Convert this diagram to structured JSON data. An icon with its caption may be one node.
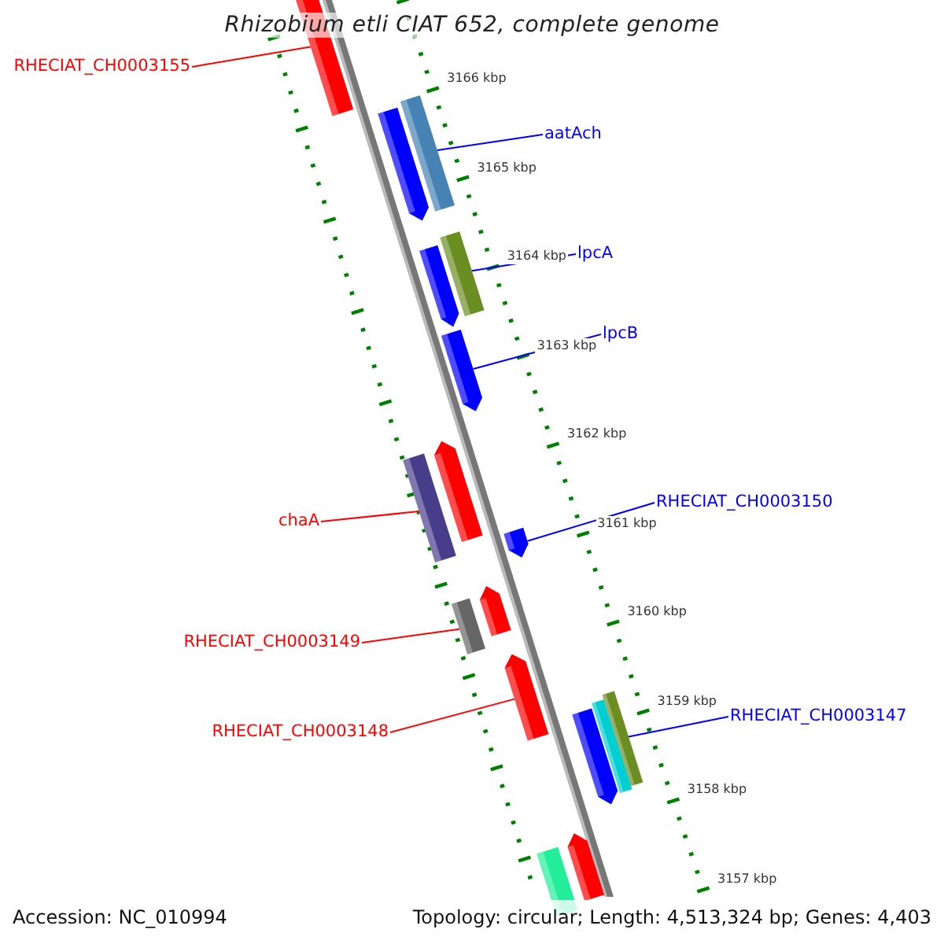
{
  "diagram": {
    "title": "Rhizobium etli CIAT 652, complete genome",
    "nodes": [
      {
        "text": [
          "RHECIAT_CH0003155"
        ]
      },
      {
        "text": [
          "aatAch"
        ]
      },
      {
        "text": [
          "lpcA"
        ]
      },
      {
        "text": [
          "lpcB"
        ]
      },
      {
        "text": [
          "RHECIAT_CH0003150"
        ]
      },
      {
        "text": [
          "chaA"
        ]
      },
      {
        "text": [
          "RHECIAT_CH0003149"
        ]
      },
      {
        "text": [
          "RHECIAT_CH0003148"
        ]
      },
      {
        "text": [
          "RHECIAT_CH0003147"
        ]
      },
      {
        "text": [],
        "shape": "bar"
      },
      {
        "text": [],
        "shape": "bar"
      },
      {
        "text": [],
        "shape": "bar"
      },
      {
        "text": [],
        "shape": "bar"
      },
      {
        "text": [],
        "shape": "bar"
      },
      {
        "text": [],
        "shape": "bar"
      },
      {
        "text": [],
        "shape": "bar"
      },
      {
        "text": [],
        "shape": "bar"
      },
      {
        "text": [],
        "shape": "bar"
      },
      {
        "text": [],
        "shape": "bar"
      },
      {
        "text": [],
        "shape": "bar"
      },
      {
        "text": [],
        "shape": "bar"
      },
      {
        "text": [],
        "shape": "bar"
      },
      {
        "text": [],
        "shape": "bar"
      },
      {
        "text": [],
        "shape": "bar"
      },
      {
        "text": [],
        "shape": "bar"
      },
      {
        "text": [],
        "shape": "bar"
      }
    ],
    "edges": [
      {
        "from": 0,
        "to": 9,
        "arrow": "none",
        "color": "#ff0000"
      },
      {
        "from": 1,
        "to": 10,
        "arrow": "none"
      },
      {
        "from": 2,
        "to": 11,
        "arrow": "none"
      },
      {
        "from": 3,
        "to": 12,
        "arrow": "none"
      },
      {
        "from": 4,
        "to": 14,
        "arrow": "none"
      },
      {
        "from": 5,
        "to": 13,
        "arrow": "none",
        "color": "#ff0000"
      },
      {
        "from": 6,
        "to": 15,
        "arrow": "none",
        "color": "#ff0000"
      },
      {
        "from": 7,
        "to": 16,
        "arrow": "none",
        "color": "#ff0000"
      },
      {
        "from": 8,
        "to": 17,
        "arrow": "none"
      }
    ],
    "labels": [
      "3166 kbp",
      "3165 kbp",
      "3164 kbp",
      "3163 kbp",
      "3162 kbp",
      "3161 kbp",
      "3160 kbp",
      "3159 kbp",
      "3158 kbp",
      "3157 kbp",
      "Accession: NC_010994",
      "Topology: circular; Length: 4,513,324 bp; Genes: 4,403"
    ]
  }
}
